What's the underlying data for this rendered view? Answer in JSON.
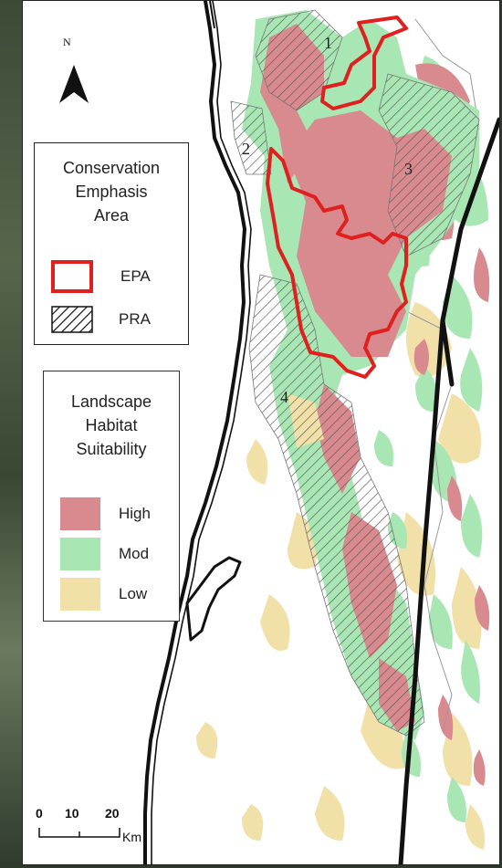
{
  "map": {
    "north_label": "N",
    "zone_labels": [
      "1",
      "2",
      "3",
      "4"
    ],
    "colors": {
      "high": "#d98a8f",
      "mod": "#a8e6b4",
      "low": "#f1e0a8",
      "epa_outline": "#e01f1f",
      "coast": "#111111"
    }
  },
  "legend_conservation": {
    "title_lines": [
      "Conservation",
      "Emphasis",
      "Area"
    ],
    "items": [
      {
        "label": "EPA"
      },
      {
        "label": "PRA"
      }
    ]
  },
  "legend_habitat": {
    "title_lines": [
      "Landscape",
      "Habitat",
      "Suitability"
    ],
    "items": [
      {
        "label": "High",
        "color": "#d98a8f"
      },
      {
        "label": "Mod",
        "color": "#a8e6b4"
      },
      {
        "label": "Low",
        "color": "#f1e0a8"
      }
    ]
  },
  "scale_bar": {
    "ticks": [
      "0",
      "10",
      "20"
    ],
    "unit": "Km"
  }
}
